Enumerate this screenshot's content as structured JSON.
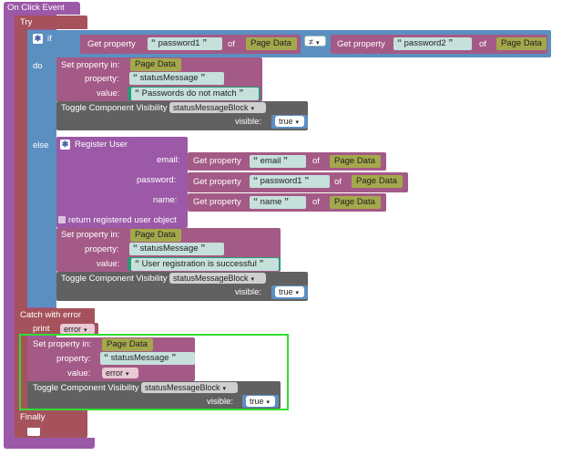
{
  "event": {
    "title": "On Click Event"
  },
  "try": {
    "label": "Try",
    "catch_label": "Catch with error",
    "finally_label": "Finally"
  },
  "if_block": {
    "if_label": "if",
    "do_label": "do",
    "else_label": "else",
    "left": {
      "label": "Get property",
      "key": "password1",
      "of": "of",
      "target": "Page Data"
    },
    "operator": "≠",
    "right": {
      "label": "Get property",
      "key": "password2",
      "of": "of",
      "target": "Page Data"
    }
  },
  "do_branch": {
    "set_label": "Set property in:",
    "set_target": "Page Data",
    "property_label": "property:",
    "property_value": "statusMessage",
    "value_label": "value:",
    "value": "Passwords do not match",
    "toggle_label": "Toggle Component Visibility",
    "toggle_target": "statusMessageBlock",
    "visible_label": "visible:",
    "visible_value": "true"
  },
  "else_branch": {
    "register_label": "Register User",
    "email_label": "email:",
    "password_label": "password:",
    "name_label": "name:",
    "get_label": "Get property",
    "of": "of",
    "target": "Page Data",
    "email_key": "email",
    "password_key": "password1",
    "name_key": "name",
    "return_label": "return registered user object",
    "set_label": "Set property in:",
    "set_target": "Page Data",
    "property_label": "property:",
    "property_value": "statusMessage",
    "value_label": "value:",
    "value": "User registration is successful",
    "toggle_label": "Toggle Component Visibility",
    "toggle_target": "statusMessageBlock",
    "visible_label": "visible:",
    "visible_value": "true"
  },
  "catch_branch": {
    "print_label": "print",
    "print_value": "error",
    "set_label": "Set property in:",
    "set_target": "Page Data",
    "property_label": "property:",
    "property_value": "statusMessage",
    "value_label": "value:",
    "value": "error",
    "toggle_label": "Toggle Component Visibility",
    "toggle_target": "statusMessageBlock",
    "visible_label": "visible:",
    "visible_value": "true"
  },
  "colors": {
    "event": "#9c59a8",
    "try": "#a5525c",
    "if": "#5b8fc0",
    "get": "#a45a86",
    "page_data": "#a4a84c",
    "set": "#a45a86",
    "string": "#c6e0dc",
    "value_text": "#2a9a74",
    "toggle": "#616161",
    "register": "#9c59a8",
    "highlight": "#33dd33"
  }
}
